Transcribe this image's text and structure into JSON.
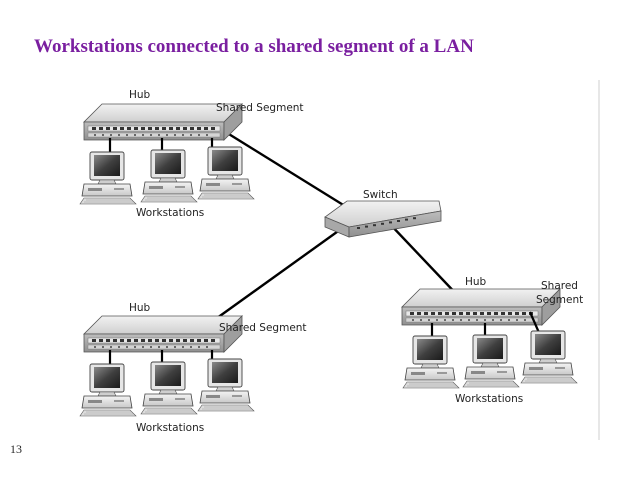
{
  "slide": {
    "title": "Workstations connected to a shared segment of a LAN",
    "page_number": "13"
  },
  "diagram": {
    "switch_label": "Switch",
    "groups": [
      {
        "hub_label": "Hub",
        "segment_label": "Shared Segment",
        "workstations_label": "Workstations"
      },
      {
        "hub_label": "Hub",
        "segment_label": "Shared Segment",
        "workstations_label": "Workstations"
      },
      {
        "hub_label": "Hub",
        "segment_label_line1": "Shared",
        "segment_label_line2": "Segment",
        "workstations_label": "Workstations"
      }
    ]
  }
}
